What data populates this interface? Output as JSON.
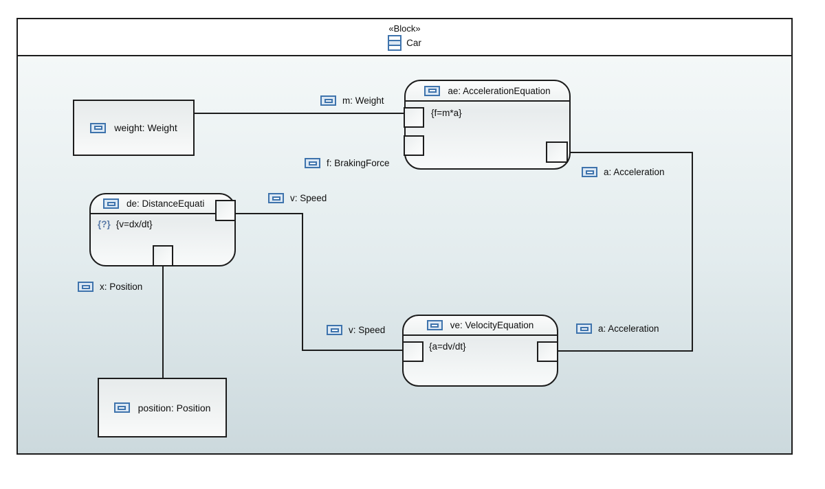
{
  "frame": {
    "stereotype": "«Block»",
    "name": "Car"
  },
  "blocks": {
    "weight": {
      "label": "weight: Weight"
    },
    "position": {
      "label": "position: Position"
    }
  },
  "constraints": {
    "ae": {
      "title": "ae: AccelerationEquation",
      "expression": "{f=m*a}"
    },
    "de": {
      "title": "de: DistanceEquati",
      "badge": "{?}",
      "expression": "{v=dx/dt}"
    },
    "ve": {
      "title": "ve: VelocityEquation",
      "expression": "{a=dv/dt}"
    }
  },
  "labels": {
    "m_weight": "m: Weight",
    "f_brakingforce": "f: BrakingForce",
    "v_speed_upper": "v: Speed",
    "a_acceleration_upper": "a: Acceleration",
    "x_position": "x: Position",
    "v_speed_lower": "v: Speed",
    "a_acceleration_lower": "a: Acceleration"
  },
  "colors": {
    "icon_blue": "#3e73ac",
    "icon_fill": "#dce8f4",
    "line": "#1c1c1c",
    "frame_bg_top": "#f7fafa",
    "frame_bg_bottom": "#ccd9dd",
    "badge_blue": "#5a7aa8"
  }
}
